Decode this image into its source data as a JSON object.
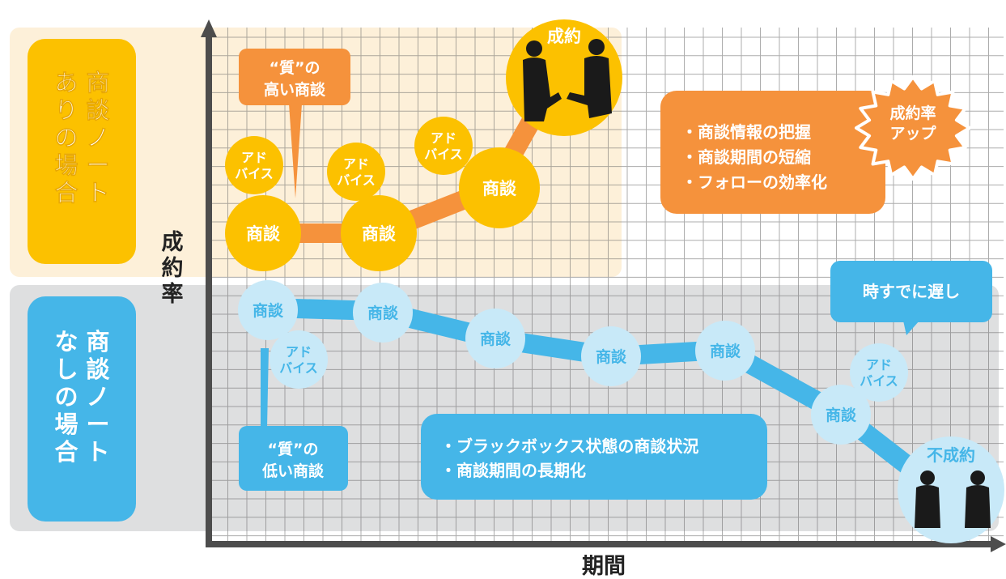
{
  "colors": {
    "top_band": "#fdf0d9",
    "bottom_band": "#dedfe0",
    "yellow": "#fcc100",
    "light_yellow": "#fdd11a",
    "orange": "#f5923c",
    "blue": "#45b6e8",
    "light_blue": "#c8e9f8",
    "grid": "#6a6a6a",
    "axis": "#4d4d4d"
  },
  "axes": {
    "y_label": "成約率",
    "x_label": "期間"
  },
  "with_note": {
    "label_line1": "商談",
    "label_line2": "ノート",
    "label_line3": "ありの",
    "label_line4": "場合",
    "quality_bubble": [
      "“質”の",
      "高い商談"
    ],
    "meeting_label": "商談",
    "advice_label": [
      "アド",
      "バイス"
    ],
    "result_label": "成約",
    "benefits": [
      "・商談情報の把握",
      "・商談期間の短縮",
      "・フォローの効率化"
    ],
    "badge": [
      "成約率",
      "アップ"
    ]
  },
  "without_note": {
    "label_line1": "商談",
    "label_line2": "ノート",
    "label_line3": "なしの",
    "label_line4": "場合",
    "quality_bubble": [
      "“質”の",
      "低い商談"
    ],
    "meeting_label": "商談",
    "advice_label": [
      "アド",
      "バイス"
    ],
    "result_label": "不成約",
    "problems": [
      "・ブラックボックス状態の商談状況",
      "・商談期間の長期化"
    ],
    "too_late": "時すでに遅し"
  }
}
